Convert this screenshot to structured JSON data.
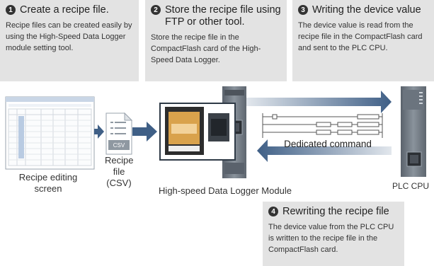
{
  "steps": [
    {
      "number": "1",
      "title": "Create a recipe file.",
      "body": "Recipe files can be created easily by using the High-Speed Data Logger module setting tool."
    },
    {
      "number": "2",
      "title": "Store the recipe file using FTP or other tool.",
      "body": "Store the recipe file in the CompactFlash card of the High-Speed Data Logger."
    },
    {
      "number": "3",
      "title": "Writing the device value",
      "body": "The device value is read from the recipe file in the CompactFlash card and sent to the PLC CPU."
    },
    {
      "number": "4",
      "title": "Rewriting the recipe file",
      "body": "The device value from the PLC CPU is written to the recipe file in the CompactFlash card."
    }
  ],
  "labels": {
    "recipe_editing_screen": "Recipe editing screen",
    "recipe_file": "Recipe file (CSV)",
    "csv_badge": "CSV",
    "logger_module": "High-speed Data Logger Module",
    "plc_cpu": "PLC CPU",
    "dedicated_command": "Dedicated command"
  },
  "colors": {
    "arrow": "#3f5f86",
    "box_bg": "#e3e3e3",
    "module": "#6f7882"
  },
  "icons": [
    "spreadsheet-window-icon",
    "csv-file-icon",
    "cf-card-icon",
    "ladder-program-icon",
    "plc-cpu-icon"
  ]
}
